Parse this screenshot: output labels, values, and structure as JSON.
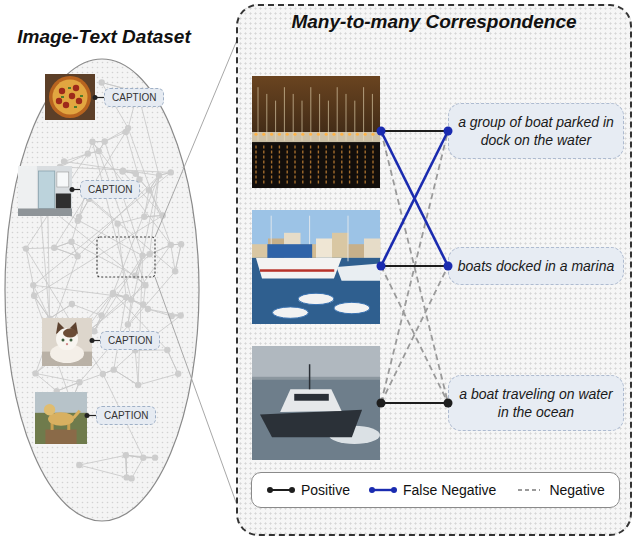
{
  "diagram": {
    "nodes": [
      {
        "text": [
          "Image-Text Dataset"
        ]
      },
      {
        "text": [
          "CAPTION"
        ],
        "in": 0
      },
      {
        "text": [
          "CAPTION"
        ],
        "in": 0
      },
      {
        "text": [
          "CAPTION"
        ],
        "in": 0
      },
      {
        "text": [
          "CAPTION"
        ],
        "in": 0
      },
      {
        "text": [
          "Many-to-many Correspondence"
        ]
      },
      {
        "text": [
          "a group of boat parked in dock on the water"
        ],
        "in": 5
      },
      {
        "text": [
          "boats docked in a marina"
        ],
        "in": 5
      },
      {
        "text": [
          "a boat traveling on water in the ocean"
        ],
        "in": 5
      }
    ],
    "legend": [
      {
        "text": "Positive"
      },
      {
        "text": "False Negative"
      },
      {
        "text": "Negative"
      }
    ]
  }
}
